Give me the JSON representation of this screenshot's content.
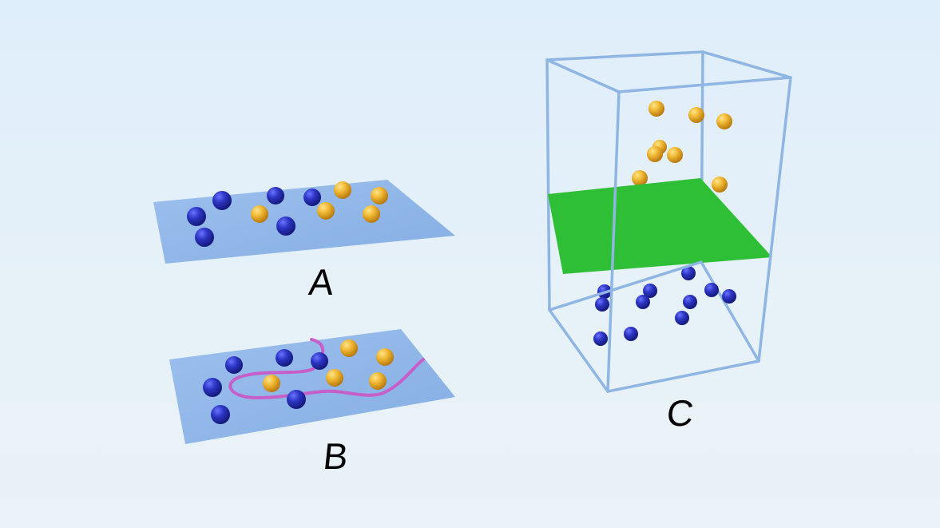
{
  "panels": {
    "a": {
      "label": "A"
    },
    "b": {
      "label": "B"
    },
    "c": {
      "label": "C"
    }
  },
  "colors": {
    "plane": "#8fb6e8",
    "blue_sphere": "#2d35c4",
    "yellow_sphere": "#f0b833",
    "curve": "#c65fc9",
    "box_edge": "#8fb6e3",
    "separator_plane": "#2fbf36"
  }
}
